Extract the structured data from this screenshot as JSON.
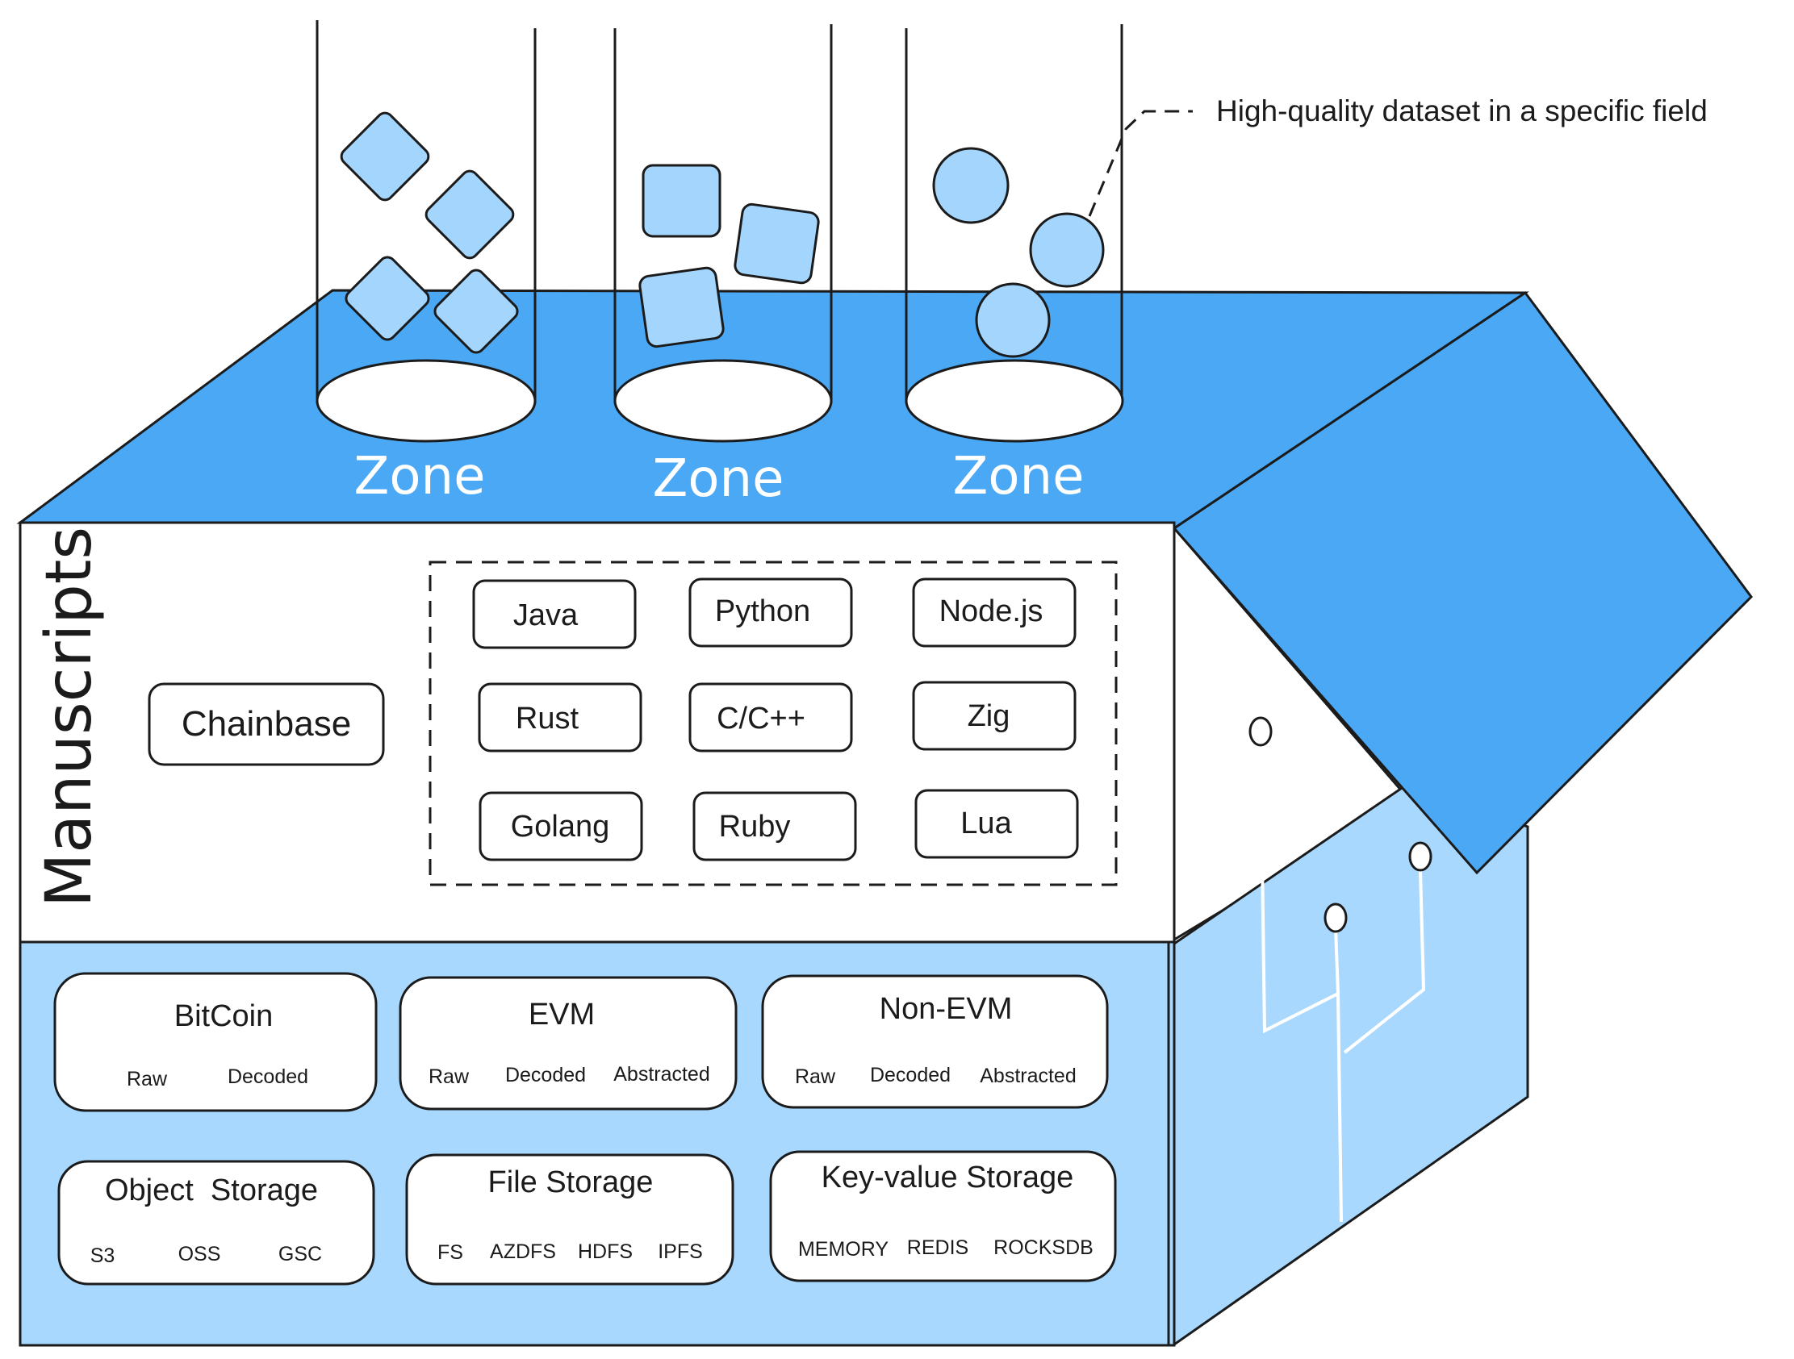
{
  "callout": "High-quality dataset in a specific field",
  "zones": [
    "Zone",
    "Zone",
    "Zone"
  ],
  "manuscripts": {
    "label": "Manuscripts",
    "main": "Chainbase",
    "languages": [
      "Java",
      "Python",
      "Node.js",
      "Rust",
      "C/C++",
      "Zig",
      "Golang",
      "Ruby",
      "Lua"
    ]
  },
  "chains": [
    {
      "title": "BitCoin",
      "items": [
        "Raw",
        "Decoded"
      ]
    },
    {
      "title": "EVM",
      "items": [
        "Raw",
        "Decoded",
        "Abstracted"
      ]
    },
    {
      "title": "Non-EVM",
      "items": [
        "Raw",
        "Decoded",
        "Abstracted"
      ]
    }
  ],
  "storages": [
    {
      "title": "Object  Storage",
      "items": [
        "S3",
        "OSS",
        "GSC"
      ]
    },
    {
      "title": "File Storage",
      "items": [
        "FS",
        "AZDFS",
        "HDFS",
        "IPFS"
      ]
    },
    {
      "title": "Key-value Storage",
      "items": [
        "MEMORY",
        "REDIS",
        "ROCKSDB"
      ]
    }
  ],
  "colors": {
    "roof": "#4aa8f5",
    "shape": "#a3d5fd",
    "base": "#a9d8ff",
    "outline": "#1b1b1b"
  }
}
